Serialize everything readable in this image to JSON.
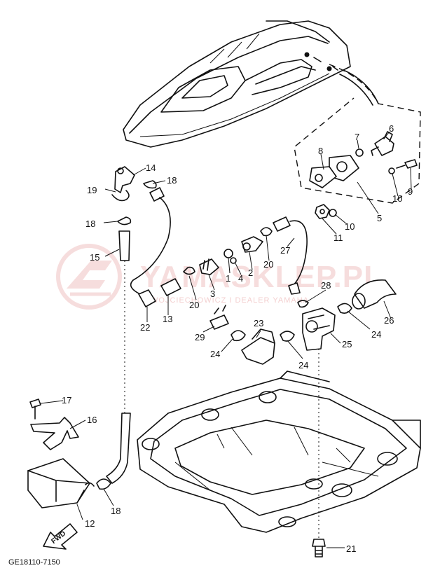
{
  "watermark": {
    "brand": "YAMASKLEP.PL",
    "sub": "WOJCIECHOWICZ I DEALER YAMAHA",
    "color": "#e8a0a0"
  },
  "diagram_code": "GE18110-7150",
  "fwd_label": "FWD",
  "labels": {
    "p1": "1",
    "p2": "2",
    "p3": "3",
    "p4": "4",
    "p5": "5",
    "p6": "6",
    "p7": "7",
    "p8": "8",
    "p9": "9",
    "p10a": "10",
    "p10b": "10",
    "p11": "11",
    "p12": "12",
    "p13": "13",
    "p14": "14",
    "p15": "15",
    "p16": "16",
    "p17": "17",
    "p18a": "18",
    "p18b": "18",
    "p18c": "18",
    "p19": "19",
    "p20a": "20",
    "p20b": "20",
    "p21": "21",
    "p22": "22",
    "p23": "23",
    "p24a": "24",
    "p24b": "24",
    "p24c": "24",
    "p25": "25",
    "p26": "26",
    "p27": "27",
    "p28": "28",
    "p29": "29"
  }
}
